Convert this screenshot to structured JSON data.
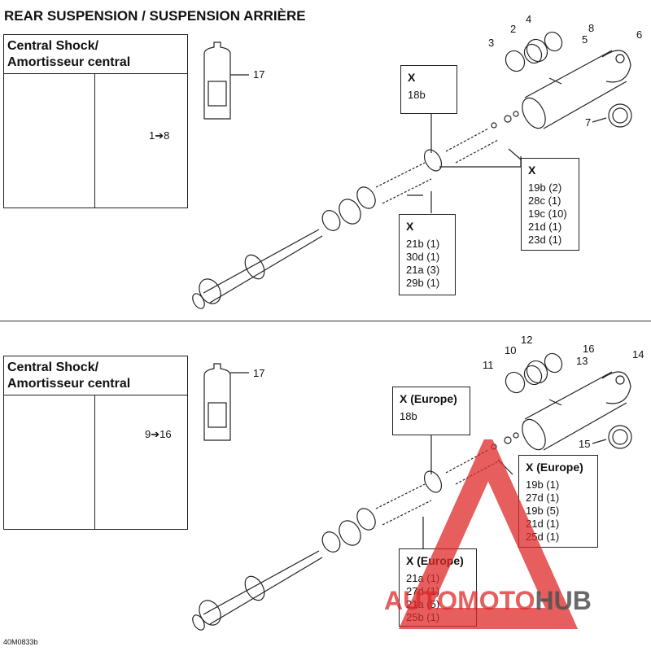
{
  "page_title": "REAR SUSPENSION / SUSPENSION ARRIÈRE",
  "figure_code": "40M0833b",
  "sections": [
    {
      "inset": {
        "title_line1": "Central Shock/",
        "title_line2": "Amortisseur central",
        "ref": "1➔8"
      },
      "callouts": {
        "c1": {
          "head": "X",
          "lines": [
            "18b"
          ]
        },
        "c2": {
          "head": "X",
          "lines": [
            "19b (2)",
            "28c (1)",
            "19c (10)",
            "21d (1)",
            "23d (1)"
          ]
        },
        "c3": {
          "head": "X",
          "lines": [
            "21b (1)",
            "30d (1)",
            "21a (3)",
            "29b (1)"
          ]
        }
      },
      "numbers": {
        "n17": "17",
        "n2": "2",
        "n3": "3",
        "n4": "4",
        "n5": "5",
        "n6": "6",
        "n7": "7",
        "n8": "8"
      }
    },
    {
      "inset": {
        "title_line1": "Central Shock/",
        "title_line2": "Amortisseur central",
        "ref": "9➔16"
      },
      "callouts": {
        "c1": {
          "head": "X (Europe)",
          "lines": [
            "18b"
          ]
        },
        "c2": {
          "head": "X (Europe)",
          "lines": [
            "19b (1)",
            "27d (1)",
            "19b (5)",
            "21d (1)",
            "25d (1)"
          ]
        },
        "c3": {
          "head": "X (Europe)",
          "lines": [
            "21a (1)",
            "27d (1)",
            "21a (5)",
            "25b (1)"
          ]
        }
      },
      "numbers": {
        "n17": "17",
        "n2": "10",
        "n3": "11",
        "n4": "12",
        "n5": "13",
        "n6": "14",
        "n7": "15",
        "n8": "16"
      }
    }
  ],
  "watermark": {
    "part1": "AUTO",
    "part2": "MOTO",
    "part3": "HUB",
    "color_red": "#de2828",
    "color_grey": "#505050"
  }
}
